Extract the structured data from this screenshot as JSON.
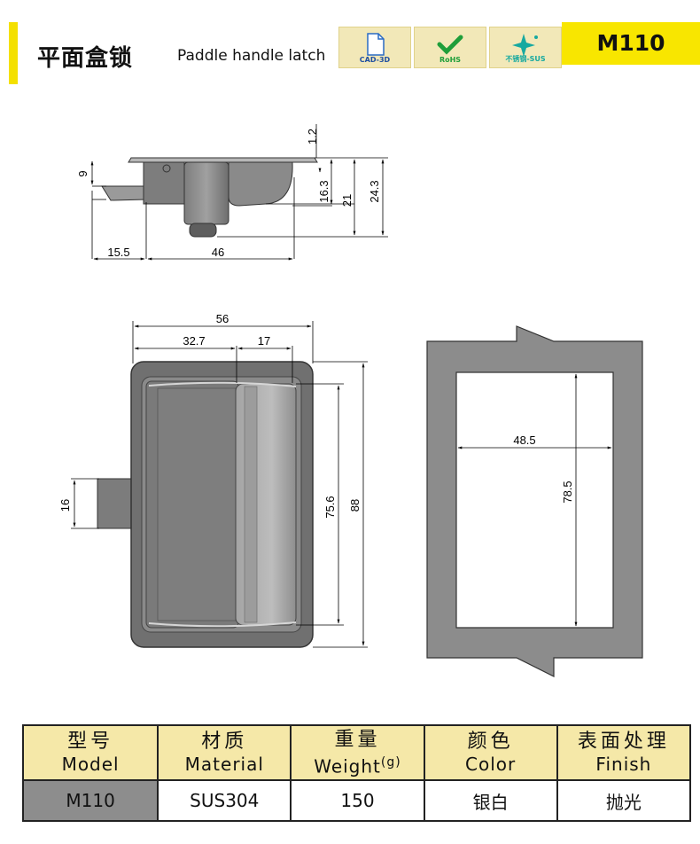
{
  "header": {
    "title_cn": "平面盒锁",
    "title_en": "Paddle handle latch",
    "badges": [
      {
        "label": "CAD-3D",
        "icon": "document-icon"
      },
      {
        "label": "RoHS",
        "icon": "checkmark-icon"
      },
      {
        "label": "不锈钢-SUS",
        "icon": "sparkle-icon"
      }
    ],
    "model": "M110",
    "accent_color": "#f8e600"
  },
  "dimensions": {
    "side_view": [
      "1.2",
      "9",
      "16.3",
      "21",
      "24.3",
      "15.5",
      "46"
    ],
    "front_view": [
      "56",
      "32.7",
      "17",
      "16",
      "75.6",
      "88"
    ],
    "cutout": [
      "48.5",
      "78.5"
    ]
  },
  "spec_table": {
    "headers": [
      {
        "cn": "型号",
        "en": "Model"
      },
      {
        "cn": "材质",
        "en": "Material"
      },
      {
        "cn": "重量",
        "en": "Weight",
        "unit": "(g)"
      },
      {
        "cn": "颜色",
        "en": "Color"
      },
      {
        "cn": "表面处理",
        "en": "Finish"
      }
    ],
    "row": [
      "M110",
      "SUS304",
      "150",
      "银白",
      "抛光"
    ]
  }
}
